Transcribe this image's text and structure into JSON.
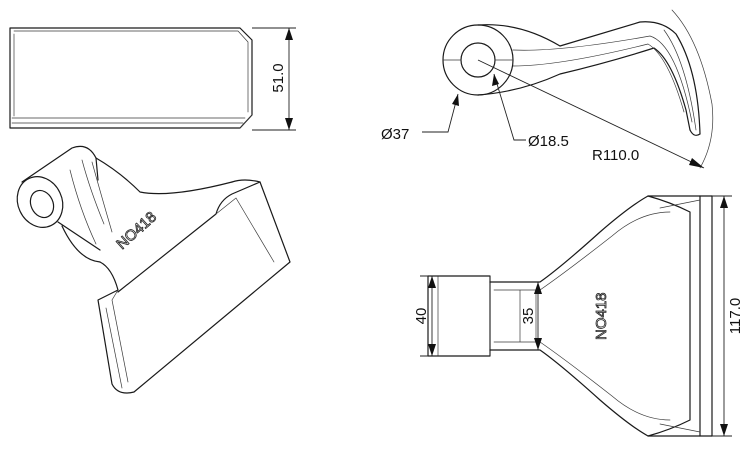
{
  "views": {
    "top_view": {
      "height_dim": "51.0"
    },
    "side_view": {
      "diameter_outer": "Ø37",
      "diameter_inner": "Ø18.5",
      "radius": "R110.0"
    },
    "plan_view": {
      "width_dim": "117.0",
      "neck_dim": "40",
      "inner_neck_dim": "35"
    },
    "part_marking": "NO418"
  }
}
